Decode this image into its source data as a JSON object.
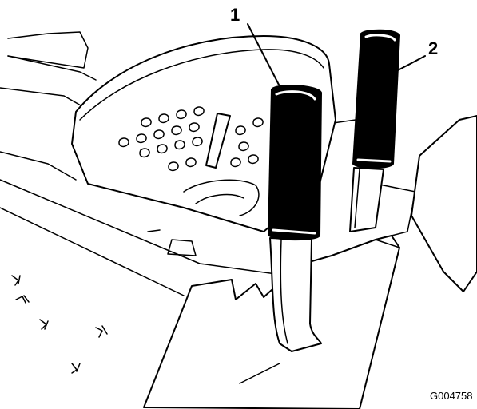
{
  "figure": {
    "callouts": [
      {
        "label": "1"
      },
      {
        "label": "2"
      }
    ],
    "figure_id": "G004758"
  }
}
